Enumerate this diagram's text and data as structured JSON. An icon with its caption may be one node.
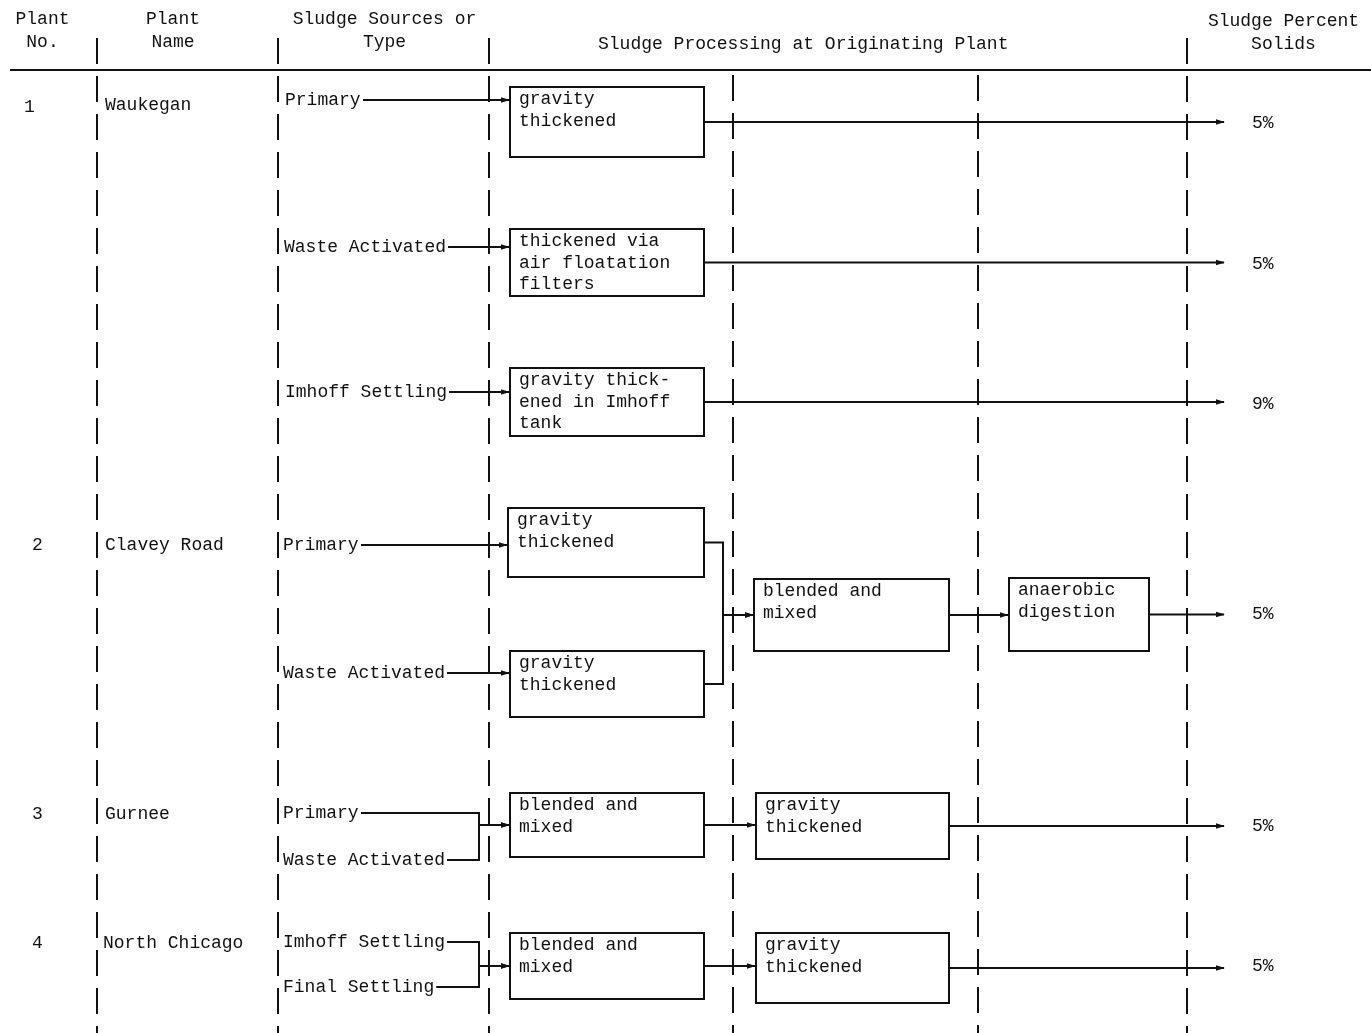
{
  "diagram": {
    "nodes": [
      {
        "text": [
          "Primary"
        ]
      },
      {
        "text": [
          "gravity thickened"
        ]
      },
      {
        "text": [
          "5%"
        ]
      },
      {
        "text": [
          "Waste Activated"
        ]
      },
      {
        "text": [
          "thickened via air floatation filters"
        ]
      },
      {
        "text": [
          "5%"
        ]
      },
      {
        "text": [
          "Imhoff Settling"
        ]
      },
      {
        "text": [
          "gravity thick- ened in Imhoff tank"
        ]
      },
      {
        "text": [
          "9%"
        ]
      },
      {
        "text": [
          "Primary"
        ]
      },
      {
        "text": [
          "gravity thickened"
        ]
      },
      {
        "text": [
          "blended and mixed"
        ]
      },
      {
        "text": [
          "anaerobic digestion"
        ]
      },
      {
        "text": [
          "5%"
        ]
      },
      {
        "text": [
          "Waste Activated"
        ]
      },
      {
        "text": [
          "gravity thickened"
        ]
      },
      {
        "text": [
          "Primary"
        ]
      },
      {
        "text": [
          "Waste Activated"
        ]
      },
      {
        "text": [
          "blended and mixed"
        ]
      },
      {
        "text": [
          "gravity thickened"
        ]
      },
      {
        "text": [
          "5%"
        ]
      },
      {
        "text": [
          "Imhoff Settling"
        ]
      },
      {
        "text": [
          "Final Settling"
        ]
      },
      {
        "text": [
          "blended and mixed"
        ]
      },
      {
        "text": [
          "gravity thickened"
        ]
      },
      {
        "text": [
          "5%"
        ]
      }
    ],
    "edges": [
      {
        "from": 0,
        "to": 1,
        "arrow": "to"
      },
      {
        "from": 1,
        "to": 2,
        "arrow": "to"
      },
      {
        "from": 3,
        "to": 4,
        "arrow": "to"
      },
      {
        "from": 4,
        "to": 5,
        "arrow": "to"
      },
      {
        "from": 6,
        "to": 7,
        "arrow": "to"
      },
      {
        "from": 7,
        "to": 8,
        "arrow": "to"
      },
      {
        "from": 9,
        "to": 10,
        "arrow": "to"
      },
      {
        "from": 14,
        "to": 15,
        "arrow": "to"
      },
      {
        "from": 10,
        "to": 11,
        "arrow": "to"
      },
      {
        "from": 15,
        "to": 11,
        "arrow": "to"
      },
      {
        "from": 11,
        "to": 12,
        "arrow": "to"
      },
      {
        "from": 12,
        "to": 13,
        "arrow": "to"
      },
      {
        "from": 16,
        "to": 18,
        "arrow": "to"
      },
      {
        "from": 17,
        "to": 18,
        "arrow": "to"
      },
      {
        "from": 18,
        "to": 19,
        "arrow": "to"
      },
      {
        "from": 19,
        "to": 20,
        "arrow": "to"
      },
      {
        "from": 21,
        "to": 23,
        "arrow": "to"
      },
      {
        "from": 22,
        "to": 23,
        "arrow": "to"
      },
      {
        "from": 23,
        "to": 24,
        "arrow": "to"
      },
      {
        "from": 24,
        "to": 25,
        "arrow": "to"
      }
    ],
    "labels": [
      "Plant No.",
      "Plant Name",
      "Sludge Sources or Type",
      "Sludge Processing at Originating Plant",
      "Sludge Percent Solids",
      "1",
      "Waukegan",
      "2",
      "Clavey Road",
      "3",
      "Gurnee",
      "4",
      "North Chicago"
    ]
  }
}
